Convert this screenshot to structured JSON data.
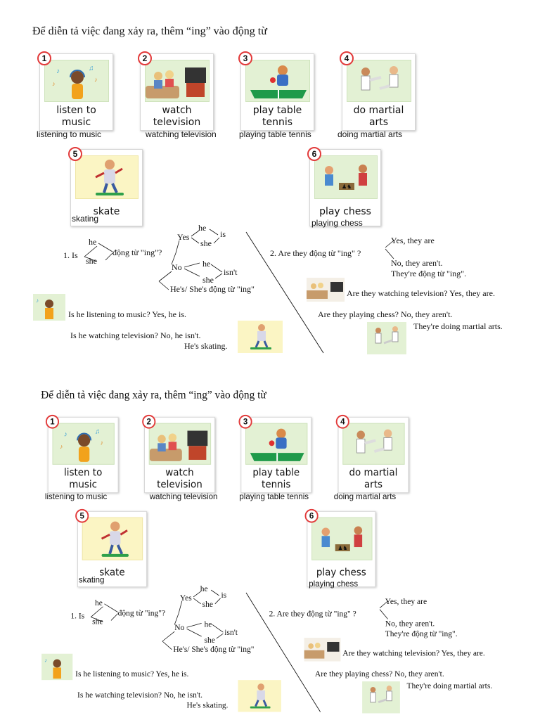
{
  "sections": [
    {
      "heading": "Để diễn tả việc đang xảy ra, thêm “ing” vào động từ",
      "cards": [
        {
          "number": "1",
          "line1": "listen to",
          "line2": "music",
          "ing": "listening to music"
        },
        {
          "number": "2",
          "line1": "watch",
          "line2": "television",
          "ing": "watching television"
        },
        {
          "number": "3",
          "line1": "play table",
          "line2": "tennis",
          "ing": "playing table tennis"
        },
        {
          "number": "4",
          "line1": "do martial",
          "line2": "arts",
          "ing": "doing martial arts"
        },
        {
          "number": "5",
          "line1": "skate",
          "line2": "",
          "ing": "skating"
        },
        {
          "number": "6",
          "line1": "play chess",
          "line2": "",
          "ing": "playing chess"
        }
      ],
      "grammar": {
        "q1_prefix": "1. Is",
        "he": "he",
        "she": "she",
        "q1_verb": "động từ \"ing\"?",
        "yes": "Yes",
        "is": "is",
        "no": "No",
        "isnt": "isn't",
        "hes_shes": "He's/ She's động từ \"ing\"",
        "q2": "2. Are they động từ \"ing\" ?",
        "yes_they_are": "Yes, they are",
        "no_they_arent": "No, they aren't.",
        "theyre_verb": "They're động từ \"ing\"."
      },
      "examples": {
        "ex1": "Is he listening to music? Yes, he is.",
        "ex2": "Is he watching television? No, he isn't.",
        "ex2b": "He's skating.",
        "ex3": "Are they watching television? Yes, they are.",
        "ex4": "Are they playing chess? No, they aren't.",
        "ex5": "They're doing martial arts."
      }
    },
    {
      "heading": "Để diễn tả việc đang xảy ra, thêm “ing” vào động từ",
      "cards": [
        {
          "number": "1",
          "line1": "listen to",
          "line2": "music",
          "ing": "listening to music"
        },
        {
          "number": "2",
          "line1": "watch",
          "line2": "television",
          "ing": "watching television"
        },
        {
          "number": "3",
          "line1": "play table",
          "line2": "tennis",
          "ing": "playing table tennis"
        },
        {
          "number": "4",
          "line1": "do martial",
          "line2": "arts",
          "ing": "doing martial arts"
        },
        {
          "number": "5",
          "line1": "skate",
          "line2": "",
          "ing": "skating"
        },
        {
          "number": "6",
          "line1": "play chess",
          "line2": "",
          "ing": "playing chess"
        }
      ],
      "grammar": {
        "q1_prefix": "1. Is",
        "he": "he",
        "she": "she",
        "q1_verb": "động từ \"ing\"?",
        "yes": "Yes",
        "is": "is",
        "no": "No",
        "isnt": "isn't",
        "hes_shes": "He's/ She's động từ \"ing\"",
        "q2": "2. Are they động từ \"ing\" ?",
        "yes_they_are": "Yes, they are",
        "no_they_arent": "No, they aren't.",
        "theyre_verb": "They're động từ \"ing\"."
      },
      "examples": {
        "ex1": "Is he listening to music? Yes, he is.",
        "ex2": "Is he watching television? No, he isn't.",
        "ex2b": "He's skating.",
        "ex3": "Are they watching television? Yes, they are.",
        "ex4": "Are they playing chess? No, they aren't.",
        "ex5": "They're doing martial arts."
      }
    }
  ],
  "icons": {
    "card1": "boy-listening-music-illustration",
    "card2": "people-watching-tv-illustration",
    "card3": "boy-playing-table-tennis-illustration",
    "card4": "kids-martial-arts-illustration",
    "card5": "boy-skateboarding-illustration",
    "card6": "kids-playing-chess-illustration"
  },
  "colors": {
    "number_ring": "#e23a3a",
    "picture_bg": "#e3f1d4",
    "skate_bg": "#fbf5c4"
  }
}
